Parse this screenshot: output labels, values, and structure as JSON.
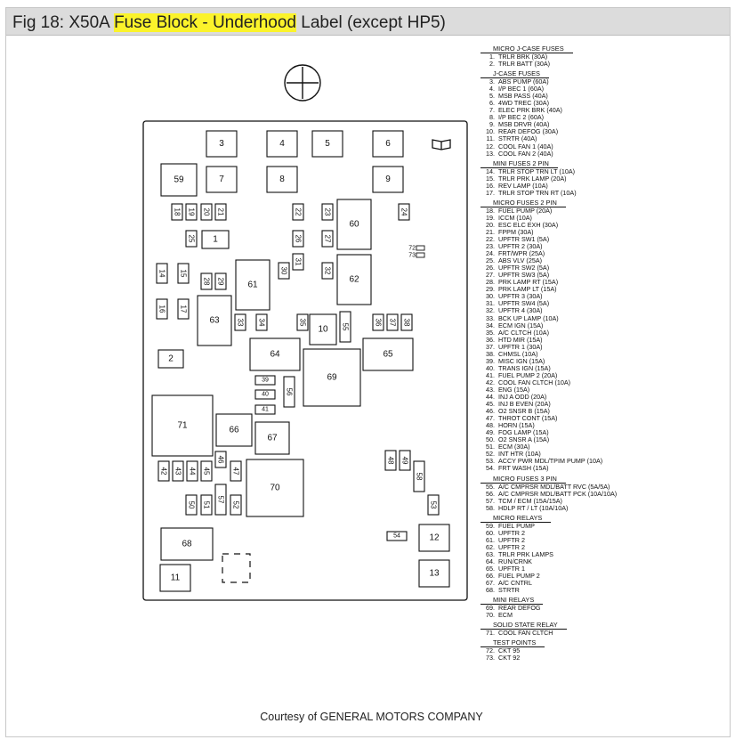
{
  "title": {
    "prefix": "Fig 18: X50A ",
    "highlight": "Fuse Block - Underhood",
    "suffix": " Label (except HP5)"
  },
  "footer": "Courtesy of GENERAL MOTORS COMPANY",
  "colors": {
    "highlight": "#fbf32b",
    "titlebar": "#dcdcdc",
    "ink": "#111111"
  },
  "block_labels": [
    "1",
    "2",
    "3",
    "4",
    "5",
    "6",
    "7",
    "8",
    "9",
    "10",
    "11",
    "12",
    "13",
    "14",
    "15",
    "16",
    "17",
    "18",
    "19",
    "20",
    "21",
    "22",
    "23",
    "24",
    "25",
    "26",
    "27",
    "28",
    "29",
    "30",
    "31",
    "32",
    "33",
    "34",
    "35",
    "36",
    "37",
    "38",
    "39",
    "40",
    "41",
    "42",
    "43",
    "44",
    "45",
    "46",
    "47",
    "48",
    "49",
    "50",
    "51",
    "52",
    "53",
    "54",
    "55",
    "56",
    "57",
    "58",
    "59",
    "60",
    "61",
    "62",
    "63",
    "64",
    "65",
    "66",
    "67",
    "68",
    "69",
    "70",
    "71",
    "72",
    "73"
  ],
  "legend": [
    {
      "heading": "MICRO J-CASE FUSES",
      "items": [
        {
          "n": "1.",
          "t": "TRLR BRK   (30A)"
        },
        {
          "n": "2.",
          "t": "TRLR BATT  (30A)"
        }
      ]
    },
    {
      "heading": "J-CASE FUSES",
      "items": [
        {
          "n": "3.",
          "t": "ABS PUMP  (60A)"
        },
        {
          "n": "4.",
          "t": "I/P BEC 1    (60A)"
        },
        {
          "n": "5.",
          "t": "MSB PASS  (40A)"
        },
        {
          "n": "6.",
          "t": "4WD TREC  (30A)"
        },
        {
          "n": "7.",
          "t": "ELEC PRK BRK  (40A)"
        },
        {
          "n": "8.",
          "t": "I/P BEC 2     (60A)"
        },
        {
          "n": "9.",
          "t": "MSB DRVR  (40A)"
        },
        {
          "n": "10.",
          "t": "REAR DEFOG (30A)"
        },
        {
          "n": "11.",
          "t": "STRTR (40A)"
        },
        {
          "n": "12.",
          "t": "COOL FAN 1 (40A)"
        },
        {
          "n": "13.",
          "t": "COOL FAN 2 (40A)"
        }
      ]
    },
    {
      "heading": "MINI FUSES 2 PIN",
      "items": [
        {
          "n": "14.",
          "t": "TRLR STOP TRN LT  (10A)"
        },
        {
          "n": "15.",
          "t": "TRLR PRK LAMP  (20A)"
        },
        {
          "n": "16.",
          "t": "REV LAMP  (10A)"
        },
        {
          "n": "17.",
          "t": "TRLR STOP TRN RT  (10A)"
        }
      ]
    },
    {
      "heading": "MICRO FUSES 2 PIN",
      "items": [
        {
          "n": "18.",
          "t": "FUEL PUMP  (20A)"
        },
        {
          "n": "19.",
          "t": "ICCM  (10A)"
        },
        {
          "n": "20.",
          "t": "ESC ELC EXH  (30A)"
        },
        {
          "n": "21.",
          "t": "FPPM  (30A)"
        },
        {
          "n": "22.",
          "t": "UPFTR SW1  (5A)"
        },
        {
          "n": "23.",
          "t": "UPFTR 2  (30A)"
        },
        {
          "n": "24.",
          "t": "FRT/WPR  (25A)"
        },
        {
          "n": "25.",
          "t": "ABS VLV  (25A)"
        },
        {
          "n": "26.",
          "t": "UPFTR SW2  (5A)"
        },
        {
          "n": "27.",
          "t": "UPFTR SW3  (5A)"
        },
        {
          "n": "28.",
          "t": "PRK LAMP RT  (15A)"
        },
        {
          "n": "29.",
          "t": "PRK LAMP LT  (15A)"
        },
        {
          "n": "30.",
          "t": "UPFTR 3  (30A)"
        },
        {
          "n": "31.",
          "t": "UPFTR SW4  (5A)"
        },
        {
          "n": "32.",
          "t": "UPFTR 4  (30A)"
        },
        {
          "n": "33.",
          "t": "BCK UP LAMP  (10A)"
        },
        {
          "n": "34.",
          "t": "ECM IGN  (15A)"
        },
        {
          "n": "35.",
          "t": "A/C CLTCH  (10A)"
        },
        {
          "n": "36.",
          "t": "HTD MIR  (15A)"
        },
        {
          "n": "37.",
          "t": "UPFTR 1  (30A)"
        },
        {
          "n": "38.",
          "t": "CHMSL  (10A)"
        },
        {
          "n": "39.",
          "t": "MISC IGN  (15A)"
        },
        {
          "n": "40.",
          "t": "TRANS IGN  (15A)"
        },
        {
          "n": "41.",
          "t": "FUEL PUMP 2  (20A)"
        },
        {
          "n": "42.",
          "t": "COOL FAN CLTCH  (10A)"
        },
        {
          "n": "43.",
          "t": "ENG  (15A)"
        },
        {
          "n": "44.",
          "t": "INJ A ODD  (20A)"
        },
        {
          "n": "45.",
          "t": "INJ B EVEN  (20A)"
        },
        {
          "n": "46.",
          "t": "O2 SNSR B  (15A)"
        },
        {
          "n": "47.",
          "t": "THROT CONT  (15A)"
        },
        {
          "n": "48.",
          "t": "HORN  (15A)"
        },
        {
          "n": "49.",
          "t": "FOG LAMP  (15A)"
        },
        {
          "n": "50.",
          "t": "O2 SNSR A  (15A)"
        },
        {
          "n": "51.",
          "t": "ECM  (30A)"
        },
        {
          "n": "52.",
          "t": "INT HTR  (10A)"
        },
        {
          "n": "53.",
          "t": "ACCY PWR MDL/TPIM PUMP  (10A)"
        },
        {
          "n": "54.",
          "t": "FRT WASH  (15A)"
        }
      ]
    },
    {
      "heading": "MICRO FUSES 3 PIN",
      "items": [
        {
          "n": "55.",
          "t": "A/C CMPRSR MDL/BATT RVC  (5A/5A)"
        },
        {
          "n": "56.",
          "t": "A/C CMPRSR MDL/BATT PCK  (10A/10A)"
        },
        {
          "n": "57.",
          "t": "TCM / ECM  (15A/15A)"
        },
        {
          "n": "58.",
          "t": "HDLP RT / LT  (10A/10A)"
        }
      ]
    },
    {
      "heading": "MICRO RELAYS",
      "items": [
        {
          "n": "59.",
          "t": "FUEL PUMP"
        },
        {
          "n": "60.",
          "t": "UPFTR 2"
        },
        {
          "n": "61.",
          "t": "UPFTR 2"
        },
        {
          "n": "62.",
          "t": "UPFTR 2"
        },
        {
          "n": "63.",
          "t": "TRLR PRK LAMPS"
        },
        {
          "n": "64.",
          "t": "RUN/CRNK"
        },
        {
          "n": "65.",
          "t": "UPFTR 1"
        },
        {
          "n": "66.",
          "t": "FUEL PUMP 2"
        },
        {
          "n": "67.",
          "t": "A/C CNTRL"
        },
        {
          "n": "68.",
          "t": "STRTR"
        }
      ]
    },
    {
      "heading": "MINI RELAYS",
      "items": [
        {
          "n": "69.",
          "t": "REAR DEFOG"
        },
        {
          "n": "70.",
          "t": "ECM"
        }
      ]
    },
    {
      "heading": "SOLID STATE RELAY",
      "items": [
        {
          "n": "71.",
          "t": "COOL FAN CLTCH"
        }
      ]
    },
    {
      "heading": "TEST POINTS",
      "items": [
        {
          "n": "72.",
          "t": "CKT 95"
        },
        {
          "n": "73.",
          "t": "CKT 92"
        }
      ]
    }
  ]
}
